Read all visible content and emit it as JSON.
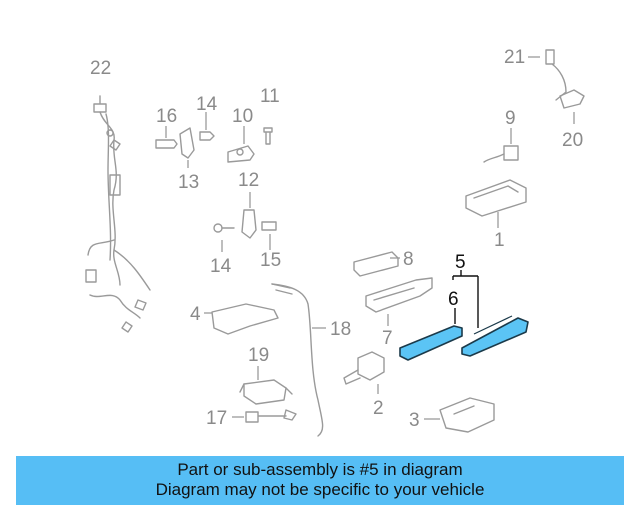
{
  "labels": {
    "l1": "1",
    "l2": "2",
    "l3": "3",
    "l4": "4",
    "l5": "5",
    "l6": "6",
    "l7": "7",
    "l8": "8",
    "l9": "9",
    "l10": "10",
    "l11": "11",
    "l12": "12",
    "l13": "13",
    "l14a": "14",
    "l14b": "14",
    "l15": "15",
    "l16": "16",
    "l17": "17",
    "l18": "18",
    "l19": "19",
    "l20": "20",
    "l21": "21",
    "l22": "22"
  },
  "highlight_color": "#5bc4f5",
  "caption": {
    "line1": "Part or sub-assembly is #5 in diagram",
    "line2": "Diagram may not be specific to your vehicle",
    "background": "#56bef5"
  }
}
